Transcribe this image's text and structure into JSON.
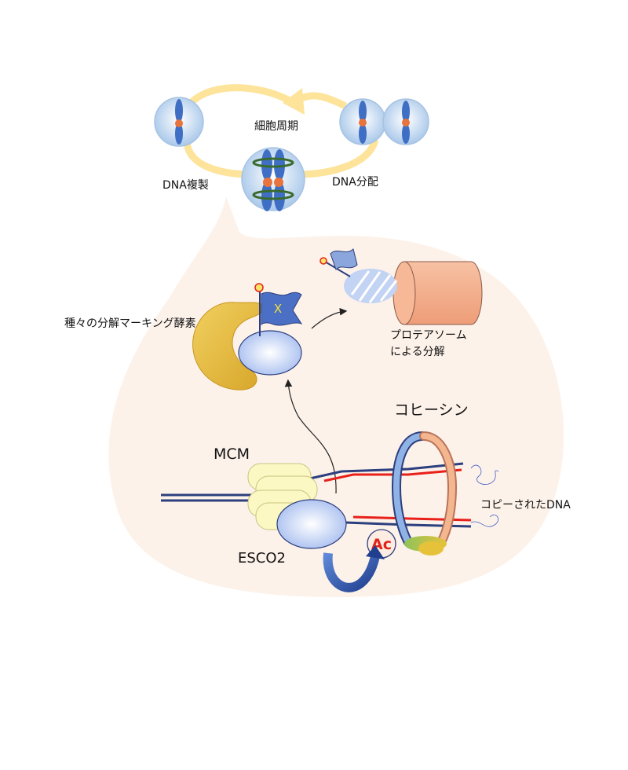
{
  "labels": {
    "cell_cycle": "細胞周期",
    "dna_replication": "DNA複製",
    "dna_segregation": "DNA分配",
    "degradation_enzymes": "種々の分解マーキング酵素",
    "proteasome_line1": "プロテアソーム",
    "proteasome_line2": "による分解",
    "cohesin": "コヒーシン",
    "mcm": "MCM",
    "esco2": "ESCO2",
    "copied_dna": "コピーされたDNA",
    "acetyl": "Ac",
    "flag_mark": "X"
  },
  "colors": {
    "cycle_arrow": "#fde49a",
    "cell": "#b7d3ee",
    "chromosome": "#3f6fc4",
    "centromere": "#e8733c",
    "cohesin_ring": "#3a6b2e",
    "background_region": "#fdf3ec",
    "dna_strand": "#2c3f7e",
    "new_dna": "#e8201a",
    "mcm": "#fbf8c4",
    "esco2": "#bfd1f3",
    "enzyme": "#e8be3e",
    "flag": "#4a6fc4",
    "proteasome": "#f4ad8c",
    "cohesin_blue": "#8fb3e6",
    "cohesin_orange": "#f3b68f",
    "acetyl_text": "#e2231a"
  }
}
